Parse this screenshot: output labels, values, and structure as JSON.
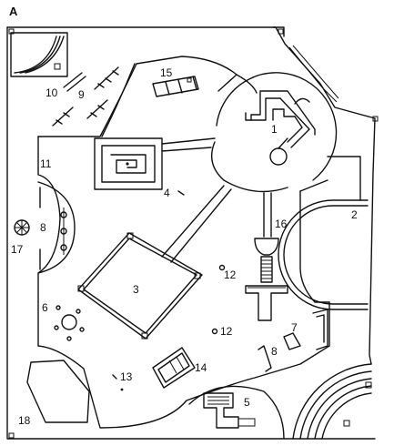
{
  "figure": {
    "corner_letter": "A",
    "labels": [
      {
        "key": "l1",
        "text": "1"
      },
      {
        "key": "l2",
        "text": "2"
      },
      {
        "key": "l3",
        "text": "3"
      },
      {
        "key": "l4",
        "text": "4"
      },
      {
        "key": "l5",
        "text": "5"
      },
      {
        "key": "l6",
        "text": "6"
      },
      {
        "key": "l7",
        "text": "7"
      },
      {
        "key": "l8a",
        "text": "8"
      },
      {
        "key": "l8b",
        "text": "8"
      },
      {
        "key": "l9",
        "text": "9"
      },
      {
        "key": "l10",
        "text": "10"
      },
      {
        "key": "l11",
        "text": "11"
      },
      {
        "key": "l12a",
        "text": "12"
      },
      {
        "key": "l12b",
        "text": "12"
      },
      {
        "key": "l13",
        "text": "13"
      },
      {
        "key": "l14",
        "text": "14"
      },
      {
        "key": "l15",
        "text": "15"
      },
      {
        "key": "l16",
        "text": "16"
      },
      {
        "key": "l17",
        "text": "17"
      },
      {
        "key": "l18",
        "text": "18"
      }
    ]
  }
}
